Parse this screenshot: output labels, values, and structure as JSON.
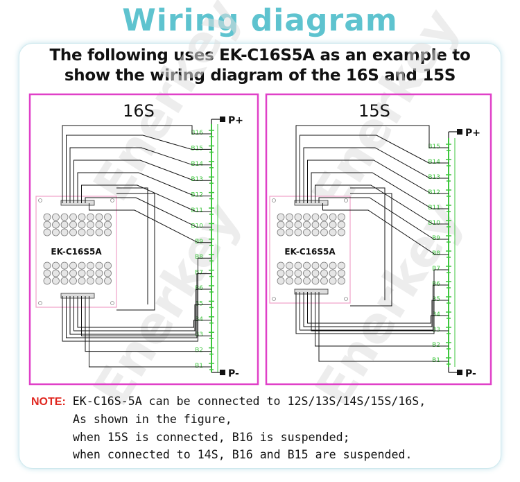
{
  "header": {
    "title": "Wiring diagram",
    "subtitle_line1": "The following uses EK-C16S5A as an example to",
    "subtitle_line2": "show the wiring diagram of the 16S and 15S"
  },
  "watermark": "Enerkey",
  "panels": [
    {
      "heading": "16S",
      "board_label": "EK-C16S5A",
      "positive_label": "P+",
      "negative_label": "P-",
      "cells": [
        "B16",
        "B15",
        "B14",
        "B13",
        "B12",
        "B11",
        "B10",
        "B9",
        "B8",
        "B7",
        "B6",
        "B5",
        "B4",
        "B3",
        "B2",
        "B1"
      ]
    },
    {
      "heading": "15S",
      "board_label": "EK-C16S5A",
      "positive_label": "P+",
      "negative_label": "P-",
      "cells": [
        "B15",
        "B14",
        "B13",
        "B12",
        "B11",
        "B10",
        "B9",
        "B8",
        "B7",
        "B6",
        "B5",
        "B4",
        "B3",
        "B2",
        "B1"
      ]
    }
  ],
  "note": {
    "label": "NOTE:",
    "line1": "EK-C16S-5A can be connected to 12S/13S/14S/15S/16S,",
    "line2": "As shown in the figure,",
    "line3": "when 15S is connected, B16 is suspended;",
    "line4": "when connected to 14S, B16 and B15 are suspended."
  },
  "colors": {
    "title": "#5ec3cf",
    "panel_border": "#e040c8",
    "cell": "#3cc63c",
    "note_label": "#e0261f",
    "wire": "#111111",
    "watermark": "#dedede"
  }
}
